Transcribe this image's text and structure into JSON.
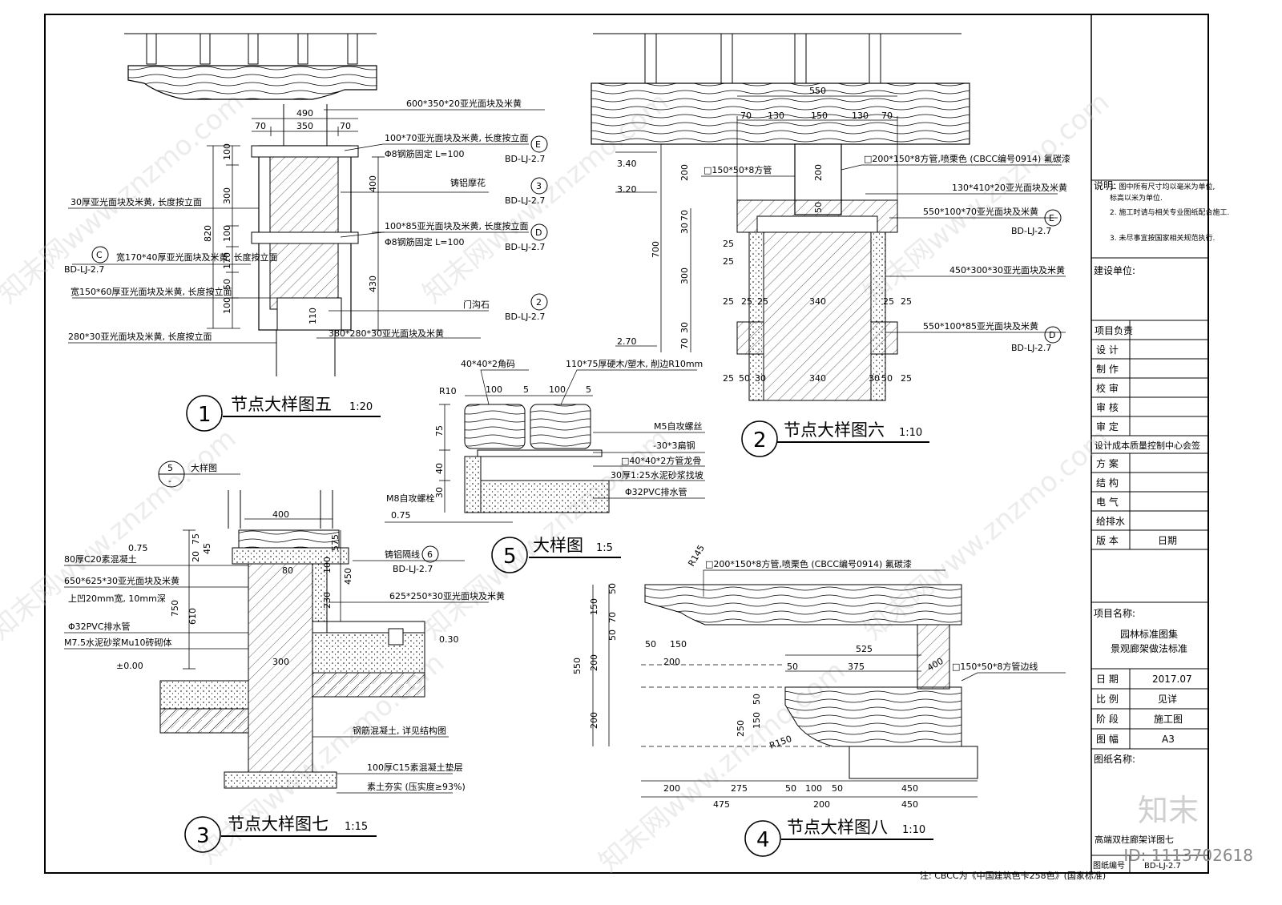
{
  "details": {
    "d1": {
      "num": "1",
      "title": "节点大样图五",
      "scale": "1:20"
    },
    "d2": {
      "num": "2",
      "title": "节点大样图六",
      "scale": "1:10"
    },
    "d3": {
      "num": "3",
      "title": "节点大样图七",
      "scale": "1:15"
    },
    "d4": {
      "num": "4",
      "title": "节点大样图八",
      "scale": "1:10"
    },
    "d5": {
      "num": "5",
      "title": "大样图",
      "scale": "1:5"
    }
  },
  "d1": {
    "dims_top": [
      "490",
      "70",
      "350",
      "70"
    ],
    "dims_left": [
      "100",
      "300",
      "820",
      "100",
      "170",
      "50",
      "100"
    ],
    "dims_right": [
      "400",
      "430",
      "110"
    ],
    "labels": [
      "600*350*20亚光面块及米黄",
      "100*70亚光面块及米黄, 长度按立面",
      "Φ8钢筋固定 L=100",
      "铸铝摩花",
      "100*85亚光面块及米黄, 长度按立面",
      "Φ8钢筋固定 L=100",
      "门沟石",
      "380*280*30亚光面块及米黄",
      "30厚亚光面块及米黄, 长度按立面",
      "宽170*40厚亚光面块及米黄, 长度按立面",
      "宽150*60厚亚光面块及米黄, 长度按立面",
      "280*30亚光面块及米黄, 长度按立面"
    ],
    "refs": [
      {
        "id": "E",
        "code": "BD-LJ-2.7"
      },
      {
        "id": "3",
        "code": "BD-LJ-2.7"
      },
      {
        "id": "D",
        "code": "BD-LJ-2.7"
      },
      {
        "id": "2",
        "code": "BD-LJ-2.7"
      },
      {
        "id": "C",
        "code": "BD-LJ-2.7"
      }
    ]
  },
  "d2": {
    "dims_top": [
      "550",
      "70",
      "130",
      "150",
      "130",
      "70"
    ],
    "levels": [
      "3.40",
      "3.20",
      "2.70"
    ],
    "dims_left": [
      "200",
      "700",
      "300",
      "70",
      "30",
      "70",
      "30"
    ],
    "dims_inner": [
      "25",
      "25",
      "25",
      "25",
      "25",
      "25",
      "340",
      "340",
      "50",
      "30",
      "30",
      "50",
      "25",
      "25",
      "25",
      "200",
      "50"
    ],
    "labels": [
      "□150*50*8方管",
      "□200*150*8方管,喷栗色 (CBCC编号0914) 氟碳漆",
      "130*410*20亚光面块及米黄",
      "550*100*70亚光面块及米黄",
      "450*300*30亚光面块及米黄",
      "550*100*85亚光面块及米黄"
    ],
    "refs": [
      {
        "id": "E",
        "code": "BD-LJ-2.7"
      },
      {
        "id": "D",
        "code": "BD-LJ-2.7"
      }
    ]
  },
  "d3": {
    "ref_top": {
      "id": "5",
      "code": "-"
    },
    "ref_top_label": "大样图",
    "levels": [
      "0.75",
      "0.75",
      "0.30",
      "±0.00"
    ],
    "dims": [
      "400",
      "75",
      "20",
      "45",
      "750",
      "610",
      "575",
      "80",
      "100",
      "450",
      "230",
      "300"
    ],
    "labels": [
      "80厚C20素混凝土",
      "650*625*30亚光面块及米黄",
      "上凹20mm宽, 10mm深",
      "Φ32PVC排水管",
      "M7.5水泥砂浆Mu10砖砌体",
      "M8自攻螺栓",
      "铸铝隔线",
      "625*250*30亚光面块及米黄",
      "钢筋混凝土, 详见结构图",
      "100厚C15素混凝土垫层",
      "素土夯实 (压实度≥93%)"
    ],
    "refs": [
      {
        "id": "6",
        "code": "BD-LJ-2.7"
      }
    ]
  },
  "d5": {
    "dims": [
      "R10",
      "100",
      "5",
      "100",
      "5",
      "75",
      "40",
      "30"
    ],
    "labels": [
      "40*40*2角码",
      "110*75厚硬木/塑木, 削边R10mm",
      "M5自攻螺丝",
      "-30*3扁钢",
      "□40*40*2方管龙骨",
      "30厚1:25水泥砂浆找坡",
      "Φ32PVC排水管"
    ]
  },
  "d4": {
    "dims": [
      "R145",
      "150",
      "50",
      "70",
      "50",
      "550",
      "200",
      "200",
      "50",
      "150",
      "200",
      "525",
      "50",
      "375",
      "400",
      "250",
      "150",
      "50",
      "R150",
      "200",
      "275",
      "50",
      "100",
      "50",
      "450",
      "475",
      "200",
      "450"
    ],
    "labels": [
      "□200*150*8方管,喷栗色 (CBCC编号0914) 氟碳漆",
      "□150*50*8方管边线"
    ]
  },
  "footnote": "注: CBCC为《中国建筑色卡258色》(国家标准)",
  "title_block": {
    "notes_heading": "说明:",
    "notes": [
      "1. 图中所有尺寸均以毫米为单位,",
      "标高以米为单位.",
      "2. 施工时请与相关专业图纸配合施工.",
      "3. 未尽事宜按国家相关规范执行."
    ],
    "owner_label": "建设单位:",
    "roles": [
      "项目负责",
      "设 计",
      "制 作",
      "校 审",
      "审 核",
      "审 定"
    ],
    "center": "设计成本质量控制中心会签",
    "disciplines": [
      "方 案",
      "结 构",
      "电 气",
      "给排水"
    ],
    "version_label": "版 本",
    "version_date_label": "日期",
    "project_label": "项目名称:",
    "project_name_1": "园林标准图集",
    "project_name_2": "景观廊架做法标准",
    "rows": [
      {
        "k": "日 期",
        "v": "2017.07"
      },
      {
        "k": "比 例",
        "v": "见详"
      },
      {
        "k": "阶 段",
        "v": "施工图"
      },
      {
        "k": "图 幅",
        "v": "A3"
      }
    ],
    "drawing_name_label": "图纸名称:",
    "drawing_name": "高端双柱廊架详图七",
    "drawing_no_label": "图纸编号",
    "drawing_no": "BD-LJ-2.7"
  },
  "watermark": "知末网www.znzmo.com",
  "logo": "知末",
  "id_tag": "ID: 1113702618"
}
